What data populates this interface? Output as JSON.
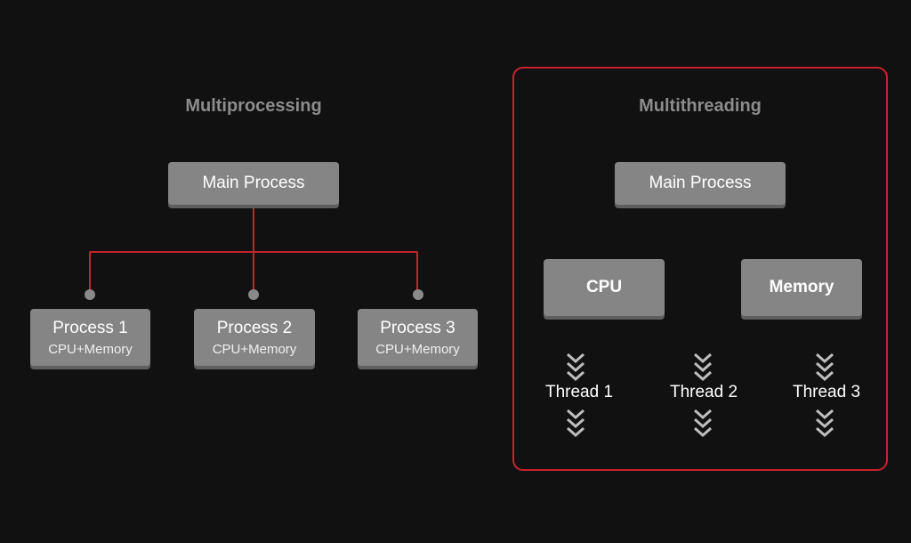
{
  "multiprocessing": {
    "title": "Multiprocessing",
    "main_process": "Main Process",
    "processes": [
      {
        "label": "Process 1",
        "sub": "CPU+Memory"
      },
      {
        "label": "Process 2",
        "sub": "CPU+Memory"
      },
      {
        "label": "Process 3",
        "sub": "CPU+Memory"
      }
    ]
  },
  "multithreading": {
    "title": "Multithreading",
    "main_process": "Main Process",
    "cpu": "CPU",
    "memory": "Memory",
    "threads": [
      "Thread 1",
      "Thread 2",
      "Thread 3"
    ]
  },
  "colors": {
    "background": "#111111",
    "box": "#858585",
    "accent": "#c8232c",
    "title": "#8c8c8c"
  }
}
